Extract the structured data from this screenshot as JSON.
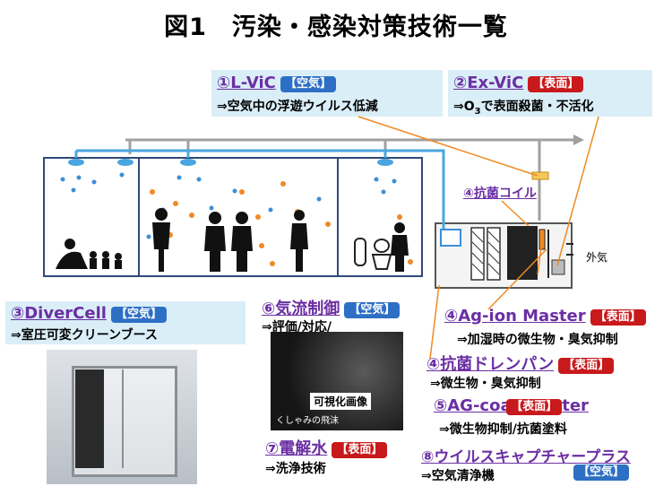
{
  "title": "図1　汚染・感染対策技術一覧",
  "tags": {
    "air": "【空気】",
    "surface": "【表面】"
  },
  "techs": [
    {
      "label": "①L-ViC",
      "tag": "air",
      "desc": "⇒空気中の浮遊ウイルス低減"
    },
    {
      "label": "②Ex-ViC",
      "tag": "surface",
      "desc_pre": "⇒O",
      "desc_sub": "3",
      "desc_post": "で表面殺菌・不活化"
    },
    {
      "label": "③DiverCell",
      "tag": "air",
      "desc": "⇒室圧可変クリーンブース"
    },
    {
      "label": "④抗菌コイル"
    },
    {
      "label": "④Ag-ion Master",
      "tag": "surface",
      "desc": "⇒加湿時の微生物・臭気抑制"
    },
    {
      "label": "④抗菌ドレンパン",
      "tag": "surface",
      "desc": "⇒微生物・臭気抑制"
    },
    {
      "label": "⑤AG-coat",
      "label_tail": "ter",
      "tag": "surface",
      "desc": "⇒微生物抑制/抗菌塗料"
    },
    {
      "label": "⑥気流制御",
      "tag": "air",
      "desc": "⇒評価/対応/"
    },
    {
      "label": "⑦電解水",
      "tag": "surface",
      "desc": "⇒洗浄技術"
    },
    {
      "label": "⑧ウイルスキャプチャープラス",
      "tag": "air",
      "desc": "⇒空気清浄機"
    }
  ],
  "diagram": {
    "outside_air": "外気"
  },
  "visualization": {
    "caption": "可視化画像",
    "subcaption": "くしゃみの飛沫"
  },
  "colors": {
    "link": "#6b2fa3",
    "air_tag": "#2d6fc4",
    "surface_tag": "#c8191c",
    "box": "#daeef8",
    "duct": "#a0a0a0",
    "wall": "#2e4a7a",
    "drop_orange": "#f08a24",
    "drop_blue": "#3b8fd9",
    "leader": "#f08a24"
  }
}
